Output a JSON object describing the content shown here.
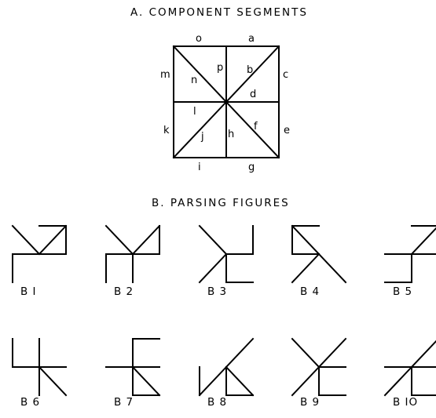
{
  "section_a": {
    "title": "A. COMPONENT SEGMENTS",
    "segment_labels": [
      "o",
      "a",
      "m",
      "p",
      "n",
      "b",
      "c",
      "d",
      "l",
      "k",
      "j",
      "h",
      "f",
      "e",
      "i",
      "g"
    ]
  },
  "section_b": {
    "title": "B. PARSING FIGURES",
    "figures": [
      {
        "label": "B I",
        "segments": [
          "a",
          "c",
          "b",
          "d",
          "n",
          "l",
          "k"
        ]
      },
      {
        "label": "B 2",
        "segments": [
          "n",
          "b",
          "c",
          "d",
          "l",
          "h",
          "k"
        ]
      },
      {
        "label": "B 3",
        "segments": [
          "n",
          "c",
          "d",
          "j",
          "h",
          "g"
        ]
      },
      {
        "label": "B 4",
        "segments": [
          "o",
          "m",
          "n",
          "l",
          "j",
          "f"
        ]
      },
      {
        "label": "B 5",
        "segments": [
          "a",
          "b",
          "c",
          "d",
          "h",
          "l",
          "i"
        ]
      },
      {
        "label": "B 6",
        "segments": [
          "m",
          "p",
          "l",
          "h",
          "d",
          "f"
        ]
      },
      {
        "label": "B 7",
        "segments": [
          "a",
          "p",
          "d",
          "l",
          "h",
          "g",
          "f"
        ]
      },
      {
        "label": "B 8",
        "segments": [
          "b",
          "j",
          "h",
          "g",
          "f",
          "k"
        ]
      },
      {
        "label": "B 9",
        "segments": [
          "n",
          "b",
          "d",
          "j",
          "h",
          "g"
        ]
      },
      {
        "label": "B IO",
        "segments": [
          "b",
          "d",
          "l",
          "h",
          "j",
          "g"
        ]
      }
    ]
  }
}
